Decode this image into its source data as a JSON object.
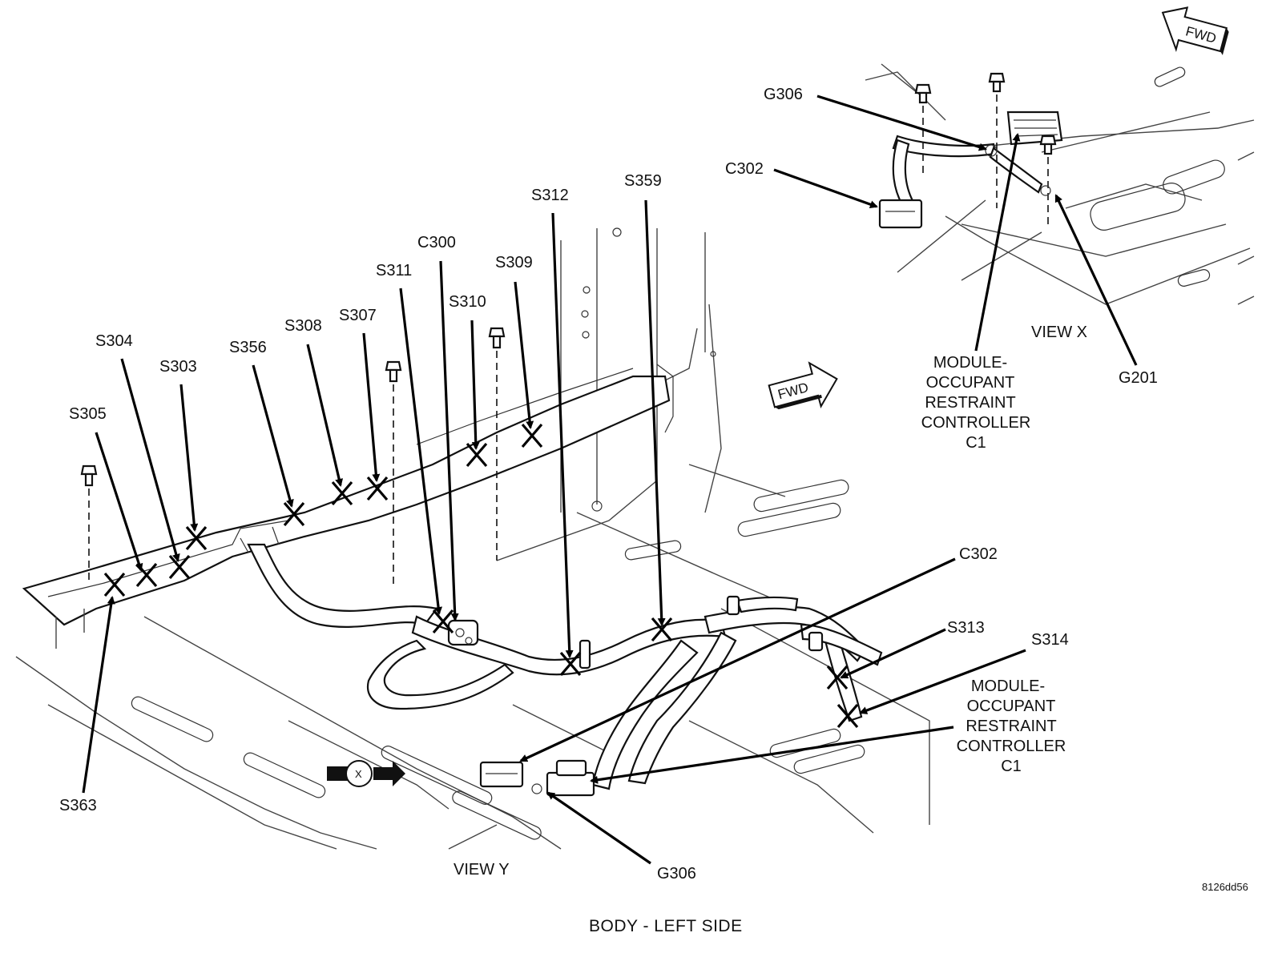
{
  "diagram": {
    "title": "BODY - LEFT SIDE",
    "figure_id": "8126dd56",
    "fwd_label": "FWD",
    "view_marker_letter": "X"
  },
  "view_x": {
    "caption": "VIEW X",
    "labels": {
      "g306": "G306",
      "c302": "C302",
      "g201": "G201",
      "module_lines": [
        "MODULE-",
        "OCCUPANT",
        "RESTRAINT",
        "CONTROLLER",
        "C1"
      ]
    }
  },
  "view_y": {
    "caption": "VIEW Y",
    "labels": {
      "s305": "S305",
      "s304": "S304",
      "s303": "S303",
      "s356": "S356",
      "s308": "S308",
      "s307": "S307",
      "s311": "S311",
      "c300": "C300",
      "s310": "S310",
      "s309": "S309",
      "s312": "S312",
      "s359": "S359",
      "s363": "S363",
      "c302": "C302",
      "s313": "S313",
      "s314": "S314",
      "g306": "G306",
      "module_lines": [
        "MODULE-",
        "OCCUPANT",
        "RESTRAINT",
        "CONTROLLER",
        "C1"
      ]
    }
  }
}
